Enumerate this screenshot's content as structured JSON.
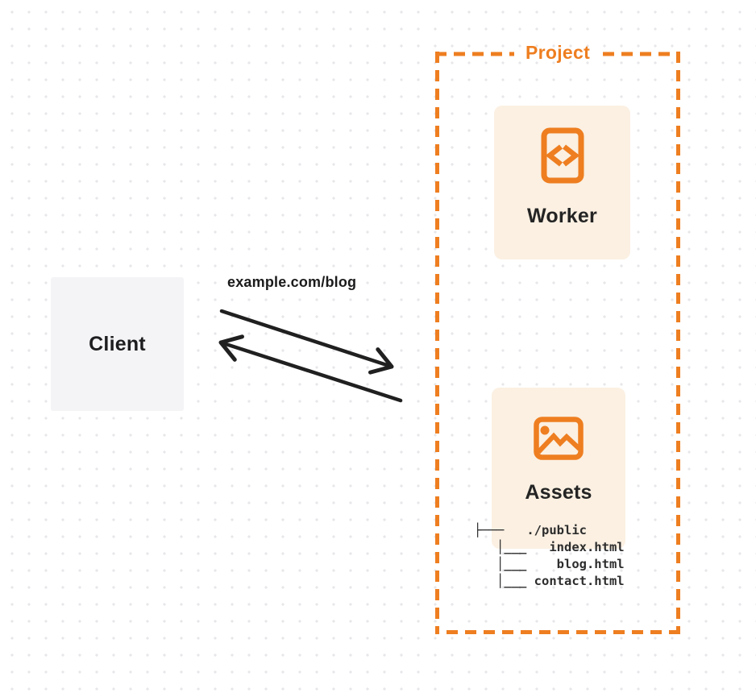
{
  "colors": {
    "orange": "#EE7E20",
    "card_background": "#FBF0E2",
    "client_background": "#F4F4F6",
    "ink": "#1F1F1F",
    "grid_dot": "#E7E7EA"
  },
  "client": {
    "label": "Client"
  },
  "request": {
    "url_label": "example.com/blog"
  },
  "project": {
    "label": "Project",
    "worker": {
      "label": "Worker",
      "icon": "code-file-icon"
    },
    "assets": {
      "label": "Assets",
      "icon": "image-icon"
    },
    "file_tree": "├───   ./public\n   │___   index.html\n   │___    blog.html\n   │___ contact.html"
  }
}
